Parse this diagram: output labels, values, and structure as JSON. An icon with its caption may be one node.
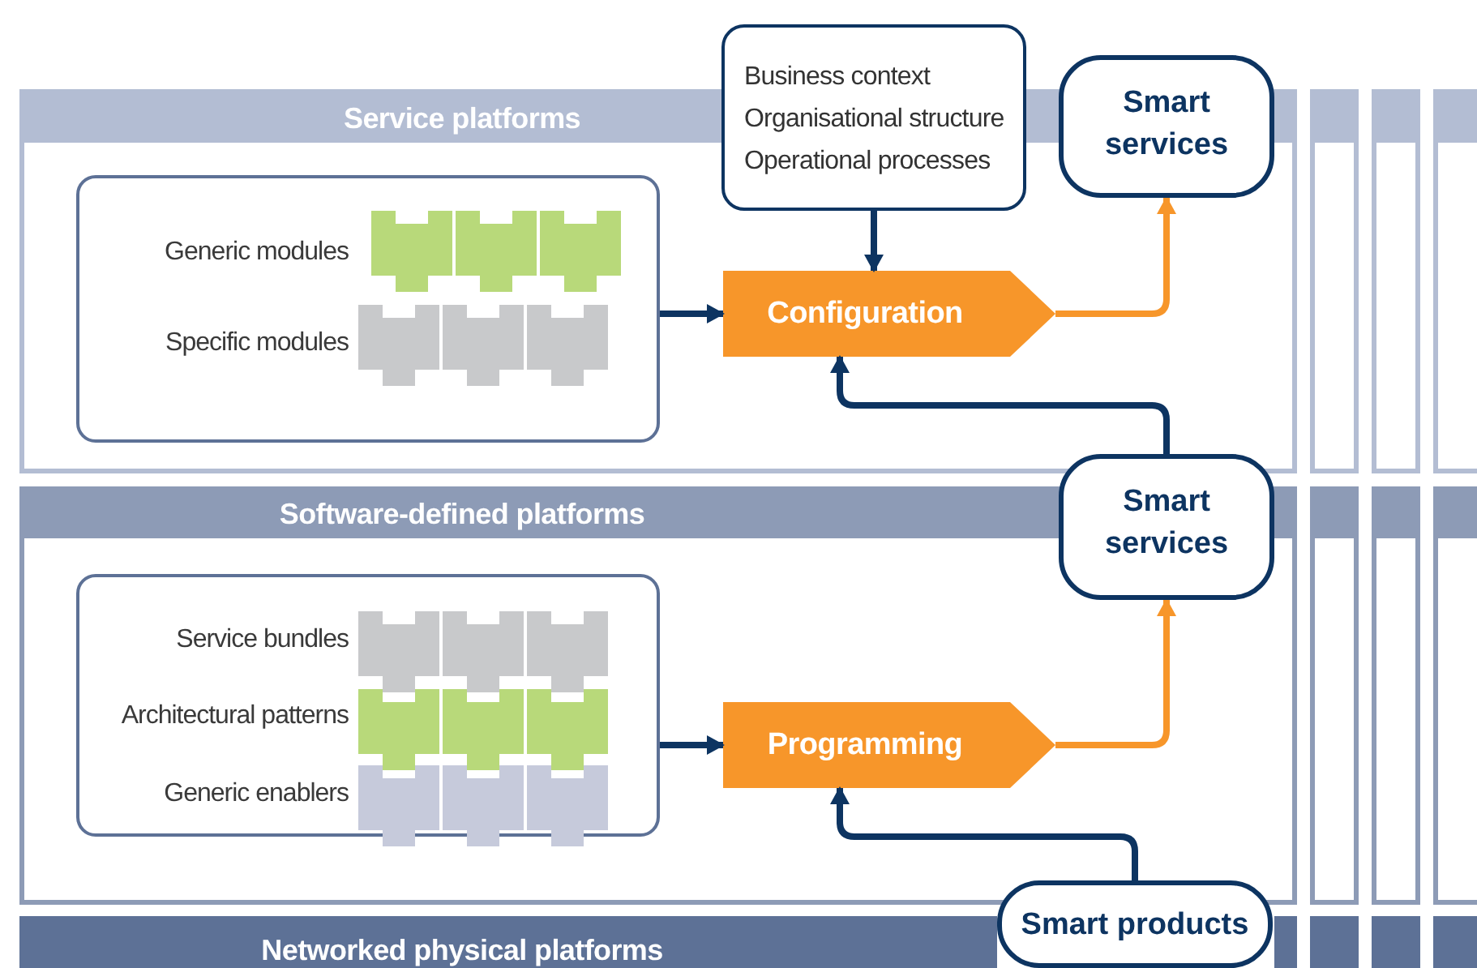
{
  "diagram": {
    "nodes": [
      {
        "text": [
          "Service platforms"
        ]
      },
      {
        "text": [
          "Generic modules",
          "Specific modules"
        ],
        "in": 0
      },
      {
        "text": [
          "Business context",
          "Organisational structure",
          "Operational processes"
        ]
      },
      {
        "text": [
          "Configuration"
        ],
        "in": 0
      },
      {
        "text": [
          "Smart services"
        ]
      },
      {
        "text": [
          "Software-defined platforms"
        ]
      },
      {
        "text": [
          "Service bundles",
          "Architectural patterns",
          "Generic enablers"
        ],
        "in": 5
      },
      {
        "text": [
          "Programming"
        ],
        "in": 5
      },
      {
        "text": [
          "Smart services"
        ]
      },
      {
        "text": [
          "Networked physical platforms"
        ]
      },
      {
        "text": [
          "Smart products"
        ]
      }
    ],
    "edges": [
      {
        "from": 1,
        "to": 3,
        "arrow": "to"
      },
      {
        "from": 2,
        "to": 3,
        "arrow": "to"
      },
      {
        "from": 3,
        "to": 4,
        "arrow": "to",
        "color": "#f7962a"
      },
      {
        "from": 8,
        "to": 3,
        "arrow": "to"
      },
      {
        "from": 6,
        "to": 7,
        "arrow": "to"
      },
      {
        "from": 7,
        "to": 8,
        "arrow": "to",
        "color": "#f7962a"
      },
      {
        "from": 10,
        "to": 7,
        "arrow": "to"
      }
    ]
  }
}
